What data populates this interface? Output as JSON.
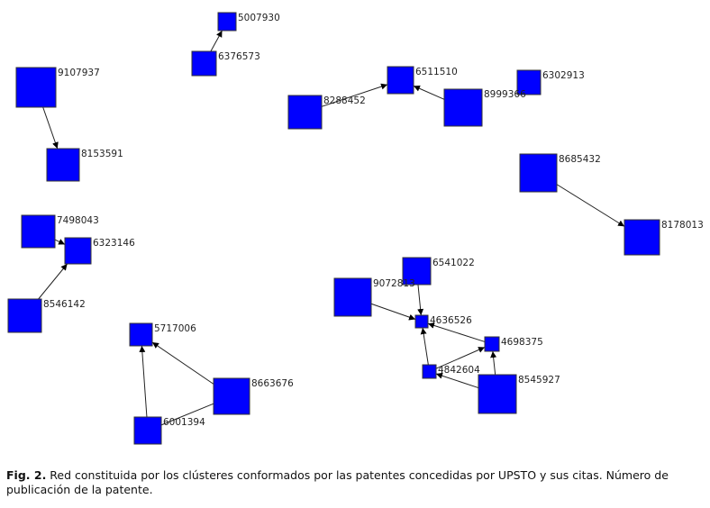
{
  "diagram": {
    "node_color": "#0000ff",
    "edge_color": "#222222",
    "nodes": [
      "5007930",
      "6376573",
      "9107937",
      "8153591",
      "8288452",
      "6511510",
      "8999366",
      "6302913",
      "8685432",
      "8178013",
      "7498043",
      "6323146",
      "8546142",
      "5717006",
      "8663676",
      "6001394",
      "6541022",
      "9072813",
      "4636526",
      "4698375",
      "4842604",
      "8545927"
    ],
    "edges": [
      {
        "from": "6376573",
        "to": "5007930",
        "arrow": true
      },
      {
        "from": "9107937",
        "to": "8153591",
        "arrow": true
      },
      {
        "from": "8288452",
        "to": "6511510",
        "arrow": true
      },
      {
        "from": "8999366",
        "to": "6511510",
        "arrow": true
      },
      {
        "from": "8685432",
        "to": "8178013",
        "arrow": true
      },
      {
        "from": "7498043",
        "to": "6323146",
        "arrow": true
      },
      {
        "from": "8546142",
        "to": "6323146",
        "arrow": true
      },
      {
        "from": "6001394",
        "to": "5717006",
        "arrow": true
      },
      {
        "from": "8663676",
        "to": "5717006",
        "arrow": true
      },
      {
        "from": "8663676",
        "to": "6001394",
        "arrow": false
      },
      {
        "from": "6541022",
        "to": "4636526",
        "arrow": true
      },
      {
        "from": "9072813",
        "to": "4636526",
        "arrow": true
      },
      {
        "from": "4842604",
        "to": "4636526",
        "arrow": true
      },
      {
        "from": "4698375",
        "to": "4636526",
        "arrow": true
      },
      {
        "from": "4842604",
        "to": "4698375",
        "arrow": true
      },
      {
        "from": "8545927",
        "to": "4698375",
        "arrow": true
      },
      {
        "from": "8545927",
        "to": "4842604",
        "arrow": true
      }
    ]
  },
  "caption": {
    "label": "Fig. 2.",
    "text": " Red constituida por los clústeres conformados por las patentes concedidas por UPSTO y sus citas. Número de publicación de la patente."
  }
}
